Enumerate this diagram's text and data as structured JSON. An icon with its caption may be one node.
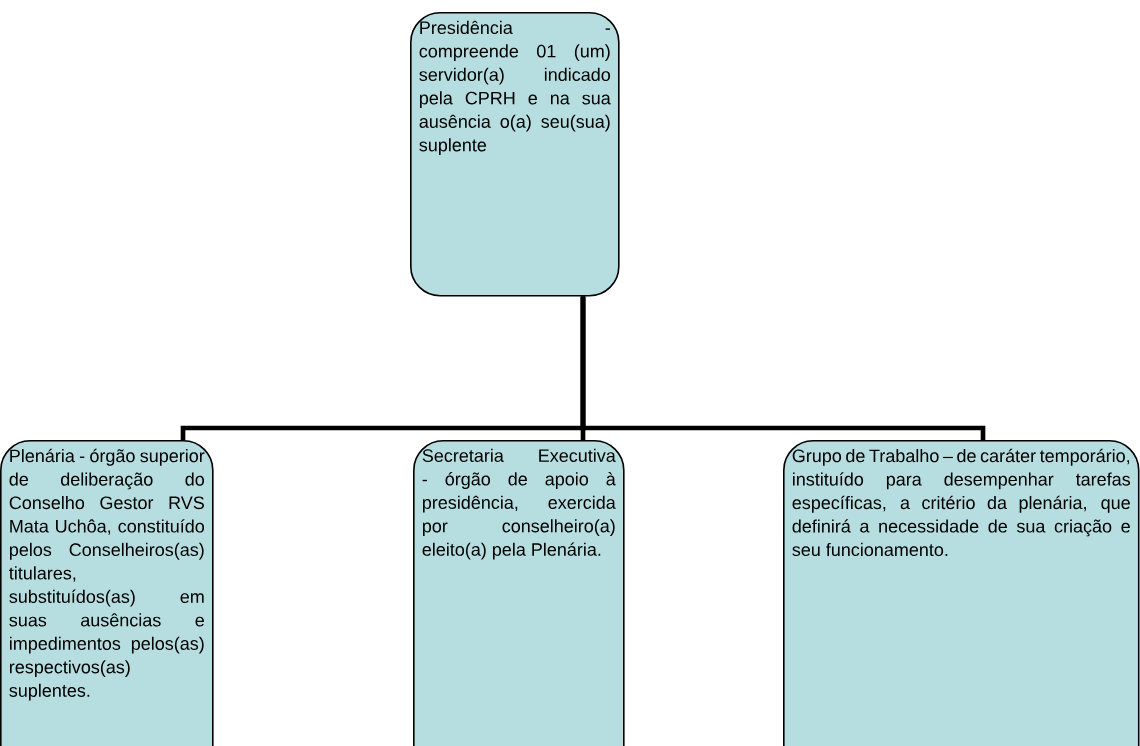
{
  "diagram": {
    "nodes": [
      {
        "text": [
          "Presidência - compreende 01 (um) servidor(a) indicado pela CPRH e na sua ausência o(a) seu(sua) suplente"
        ]
      },
      {
        "text": [
          "Plenária - órgão superior de deliberação do Conselho Gestor RVS Mata Uchôa, constituído pelos Conselheiros(as) titulares, substituídos(as) em suas ausências e impedimentos pelos(as) respectivos(as) suplentes."
        ]
      },
      {
        "text": [
          "Secretaria Executiva - órgão de apoio à presidência, exercida por conselheiro(a) eleito(a) pela Plenária."
        ]
      },
      {
        "text": [
          "Grupo de Trabalho – de caráter temporário, instituído para desempenhar tarefas específicas, a critério da plenária, que definirá a necessidade de sua criação e seu funcionamento."
        ]
      }
    ],
    "edges": [
      {
        "from": 0,
        "to": 1,
        "arrow": "none"
      },
      {
        "from": 0,
        "to": 2,
        "arrow": "none"
      },
      {
        "from": 0,
        "to": 3,
        "arrow": "none"
      }
    ]
  }
}
